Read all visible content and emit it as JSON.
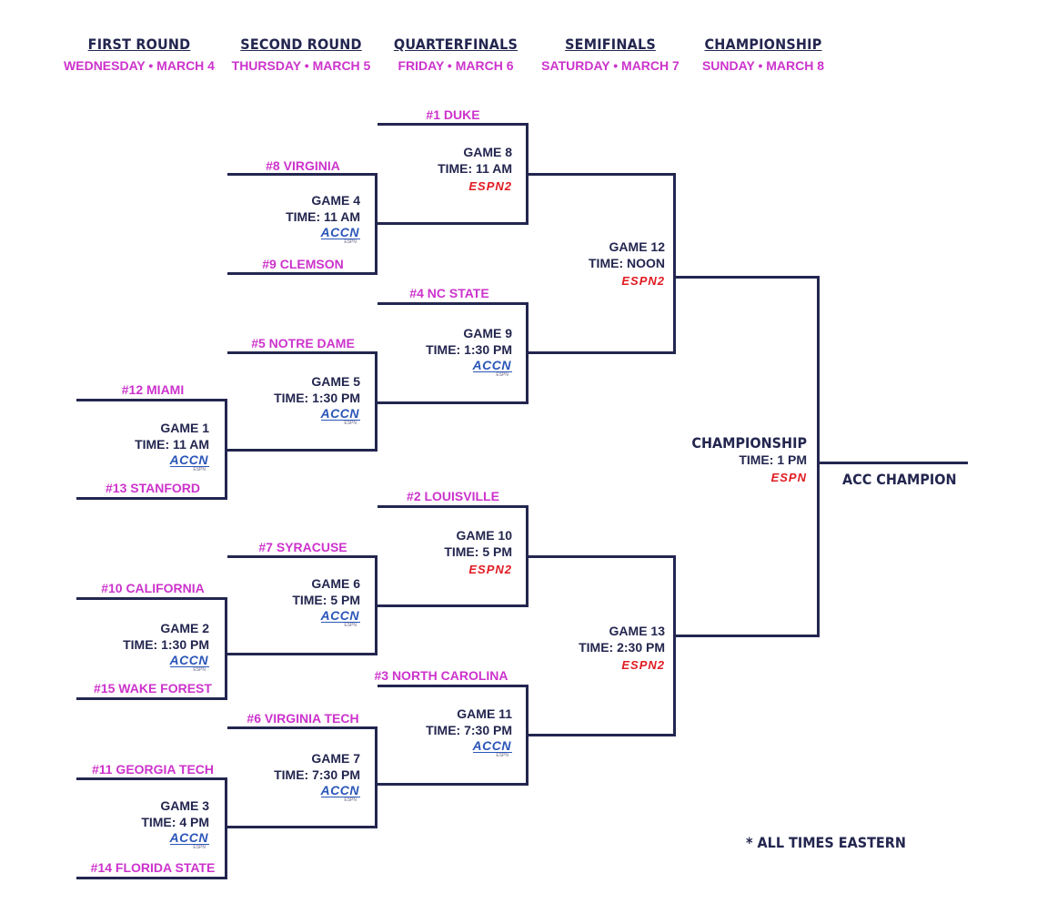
{
  "rounds": [
    {
      "name": "FIRST ROUND",
      "date": "WEDNESDAY • MARCH 4"
    },
    {
      "name": "SECOND ROUND",
      "date": "THURSDAY • MARCH 5"
    },
    {
      "name": "QUARTERFINALS",
      "date": "FRIDAY • MARCH 6"
    },
    {
      "name": "SEMIFINALS",
      "date": "SATURDAY • MARCH 7"
    },
    {
      "name": "CHAMPIONSHIP",
      "date": "SUNDAY • MARCH 8"
    }
  ],
  "teams": {
    "duke": "#1 DUKE",
    "virginia": "#8 VIRGINIA",
    "clemson": "#9 CLEMSON",
    "nc_state": "#4 NC STATE",
    "notre_dame": "#5 NOTRE DAME",
    "miami": "#12 MIAMI",
    "stanford": "#13 STANFORD",
    "louisville": "#2 LOUISVILLE",
    "syracuse": "#7 SYRACUSE",
    "california": "#10 CALIFORNIA",
    "wake_forest": "#15 WAKE FOREST",
    "north_carolina": "#3 NORTH CAROLINA",
    "virginia_tech": "#6 VIRGINIA TECH",
    "georgia_tech": "#11 GEORGIA TECH",
    "florida_state": "#14 FLORIDA STATE"
  },
  "games": {
    "g1": {
      "name": "GAME 1",
      "time": "TIME: 11 AM",
      "network": "ACCN"
    },
    "g2": {
      "name": "GAME 2",
      "time": "TIME: 1:30 PM",
      "network": "ACCN"
    },
    "g3": {
      "name": "GAME 3",
      "time": "TIME: 4 PM",
      "network": "ACCN"
    },
    "g4": {
      "name": "GAME 4",
      "time": "TIME: 11 AM",
      "network": "ACCN"
    },
    "g5": {
      "name": "GAME 5",
      "time": "TIME: 1:30 PM",
      "network": "ACCN"
    },
    "g6": {
      "name": "GAME 6",
      "time": "TIME: 5 PM",
      "network": "ACCN"
    },
    "g7": {
      "name": "GAME 7",
      "time": "TIME: 7:30 PM",
      "network": "ACCN"
    },
    "g8": {
      "name": "GAME 8",
      "time": "TIME: 11 AM",
      "network": "ESPN2"
    },
    "g9": {
      "name": "GAME 9",
      "time": "TIME: 1:30 PM",
      "network": "ACCN"
    },
    "g10": {
      "name": "GAME 10",
      "time": "TIME: 5 PM",
      "network": "ESPN2"
    },
    "g11": {
      "name": "GAME 11",
      "time": "TIME: 7:30 PM",
      "network": "ACCN"
    },
    "g12": {
      "name": "GAME 12",
      "time": "TIME: NOON",
      "network": "ESPN2"
    },
    "g13": {
      "name": "GAME 13",
      "time": "TIME: 2:30 PM",
      "network": "ESPN2"
    },
    "final": {
      "name": "CHAMPIONSHIP",
      "time": "TIME: 1 PM",
      "network": "ESPN"
    }
  },
  "networks": {
    "accn": {
      "logo": "ACCN",
      "sub": "ESPN",
      "color": "#2a55b8"
    },
    "espn2": {
      "logo": "ESPN2",
      "color": "#e11b22"
    },
    "espn": {
      "logo": "ESPN",
      "color": "#e11b22"
    }
  },
  "champion_label": "ACC CHAMPION",
  "footnote": "* ALL TIMES EASTERN",
  "colors": {
    "navy": "#23264f",
    "magenta": "#cc33cc"
  }
}
